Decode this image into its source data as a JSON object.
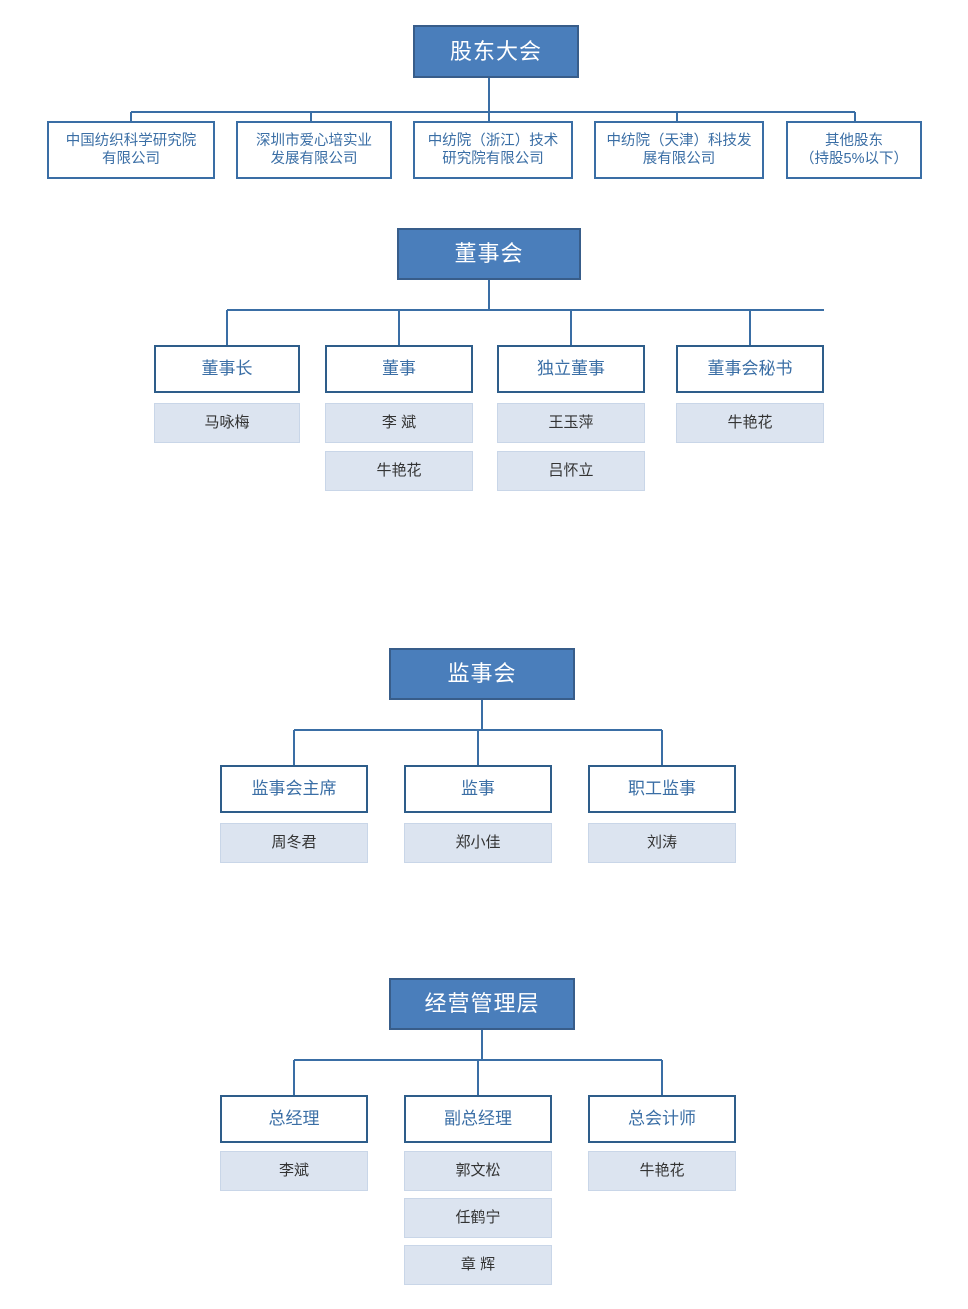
{
  "chart_data": {
    "type": "diagram",
    "title": "公司治理结构组织图",
    "diagram_kind": "organizational-chart",
    "colors": {
      "header_fill": "#4A7EBB",
      "header_border": "#385D8A",
      "header_text": "#FFFFFF",
      "entity_fill": "#FFFFFF",
      "entity_border": "#3A6EA5",
      "entity_text": "#3A6EA5",
      "position_border": "#2E5D8A",
      "person_fill": "#DCE4F0",
      "person_text": "#333333",
      "connector": "#3A6EA5",
      "background": "#FFFFFF"
    },
    "sections": [
      {
        "id": "shareholders",
        "header": "股东大会",
        "children": [
          "中国纺织科学研究院有限公司",
          "深圳市爱心培实业发展有限公司",
          "中纺院（浙江）技术研究院有限公司",
          "中纺院（天津）科技发展有限公司",
          "其他股东（持股5%以下）"
        ]
      },
      {
        "id": "board",
        "header": "董事会",
        "children": [
          {
            "position": "董事长",
            "people": [
              "马咏梅"
            ]
          },
          {
            "position": "董事",
            "people": [
              "李  斌",
              "牛艳花"
            ]
          },
          {
            "position": "独立董事",
            "people": [
              "王玉萍",
              "吕怀立"
            ]
          },
          {
            "position": "董事会秘书",
            "people": [
              "牛艳花"
            ]
          }
        ]
      },
      {
        "id": "supervisors",
        "header": "监事会",
        "children": [
          {
            "position": "监事会主席",
            "people": [
              "周冬君"
            ]
          },
          {
            "position": "监事",
            "people": [
              "郑小佳"
            ]
          },
          {
            "position": "职工监事",
            "people": [
              "刘涛"
            ]
          }
        ]
      },
      {
        "id": "management",
        "header": "经营管理层",
        "children": [
          {
            "position": "总经理",
            "people": [
              "李斌"
            ]
          },
          {
            "position": "副总经理",
            "people": [
              "郭文松",
              "任鹤宁",
              "章  辉"
            ]
          },
          {
            "position": "总会计师",
            "people": [
              "牛艳花"
            ]
          }
        ]
      }
    ]
  },
  "shareholders": {
    "header": "股东大会",
    "items": [
      {
        "line1": "中国纺织科学研究院",
        "line2": "有限公司",
        "text": "中国纺织科学研究院\n有限公司"
      },
      {
        "line1": "深圳市爱心培实业",
        "line2": "发展有限公司",
        "text": "深圳市爱心培实业\n发展有限公司"
      },
      {
        "line1": "中纺院（浙江）技术",
        "line2": "研究院有限公司",
        "text": "中纺院（浙江）技术\n研究院有限公司"
      },
      {
        "line1": "中纺院（天津）科技发",
        "line2": "展有限公司",
        "text": "中纺院（天津）科技发\n展有限公司"
      },
      {
        "line1": "其他股东",
        "line2": "（持股5%以下）",
        "text": "其他股东\n（持股5%以下）"
      }
    ]
  },
  "board": {
    "header": "董事会",
    "columns": [
      {
        "position": "董事长",
        "people": [
          "马咏梅"
        ]
      },
      {
        "position": "董事",
        "people": [
          "李  斌",
          "牛艳花"
        ]
      },
      {
        "position": "独立董事",
        "people": [
          "王玉萍",
          "吕怀立"
        ]
      },
      {
        "position": "董事会秘书",
        "people": [
          "牛艳花"
        ]
      }
    ]
  },
  "supervisors": {
    "header": "监事会",
    "columns": [
      {
        "position": "监事会主席",
        "people": [
          "周冬君"
        ]
      },
      {
        "position": "监事",
        "people": [
          "郑小佳"
        ]
      },
      {
        "position": "职工监事",
        "people": [
          "刘涛"
        ]
      }
    ]
  },
  "management": {
    "header": "经营管理层",
    "columns": [
      {
        "position": "总经理",
        "people": [
          "李斌"
        ]
      },
      {
        "position": "副总经理",
        "people": [
          "郭文松",
          "任鹤宁",
          "章  辉"
        ]
      },
      {
        "position": "总会计师",
        "people": [
          "牛艳花"
        ]
      }
    ]
  }
}
